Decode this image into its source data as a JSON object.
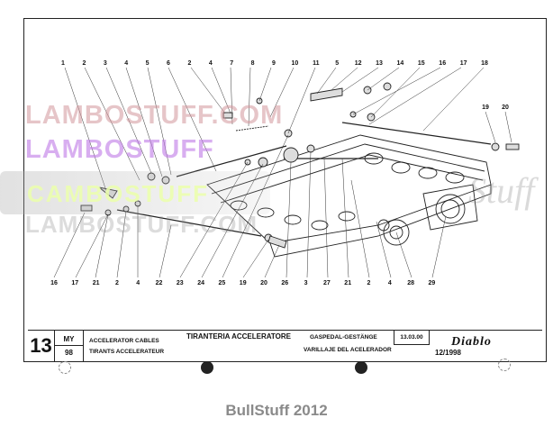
{
  "watermarks": {
    "line1": "LAMBOSTUFF.COM",
    "line2": "LAMBOSTUFF",
    "line3": "CAMBOSTUFF",
    "line4": "LAMBOSTUFF.COM",
    "script": "Stuff"
  },
  "callouts_top": [
    "1",
    "2",
    "3",
    "4",
    "5",
    "6",
    "2",
    "4",
    "7",
    "8",
    "9",
    "10",
    "11",
    "5",
    "12",
    "13",
    "14",
    "15",
    "16",
    "17",
    "18"
  ],
  "callouts_right": [
    "19",
    "20"
  ],
  "callouts_bottom": [
    "16",
    "17",
    "21",
    "2",
    "4",
    "22",
    "23",
    "24",
    "25",
    "19",
    "20",
    "26",
    "3",
    "27",
    "21",
    "2",
    "4",
    "28",
    "29"
  ],
  "title_block": {
    "plate_number": "13",
    "my_label": "MY",
    "my_year": "98",
    "en_title": "ACCELERATOR CABLES",
    "fr_title": "TIRANTS ACCELERATEUR",
    "it_title": "TIRANTERIA ACCELERATORE",
    "de_title": "GASPEDAL-GESTÄNGE",
    "es_title": "VARILLAJE DEL ACELERADOR",
    "code": "13.03.00",
    "brand": "Diablo",
    "date": "12/1998"
  },
  "footer": "BullStuff 2012"
}
